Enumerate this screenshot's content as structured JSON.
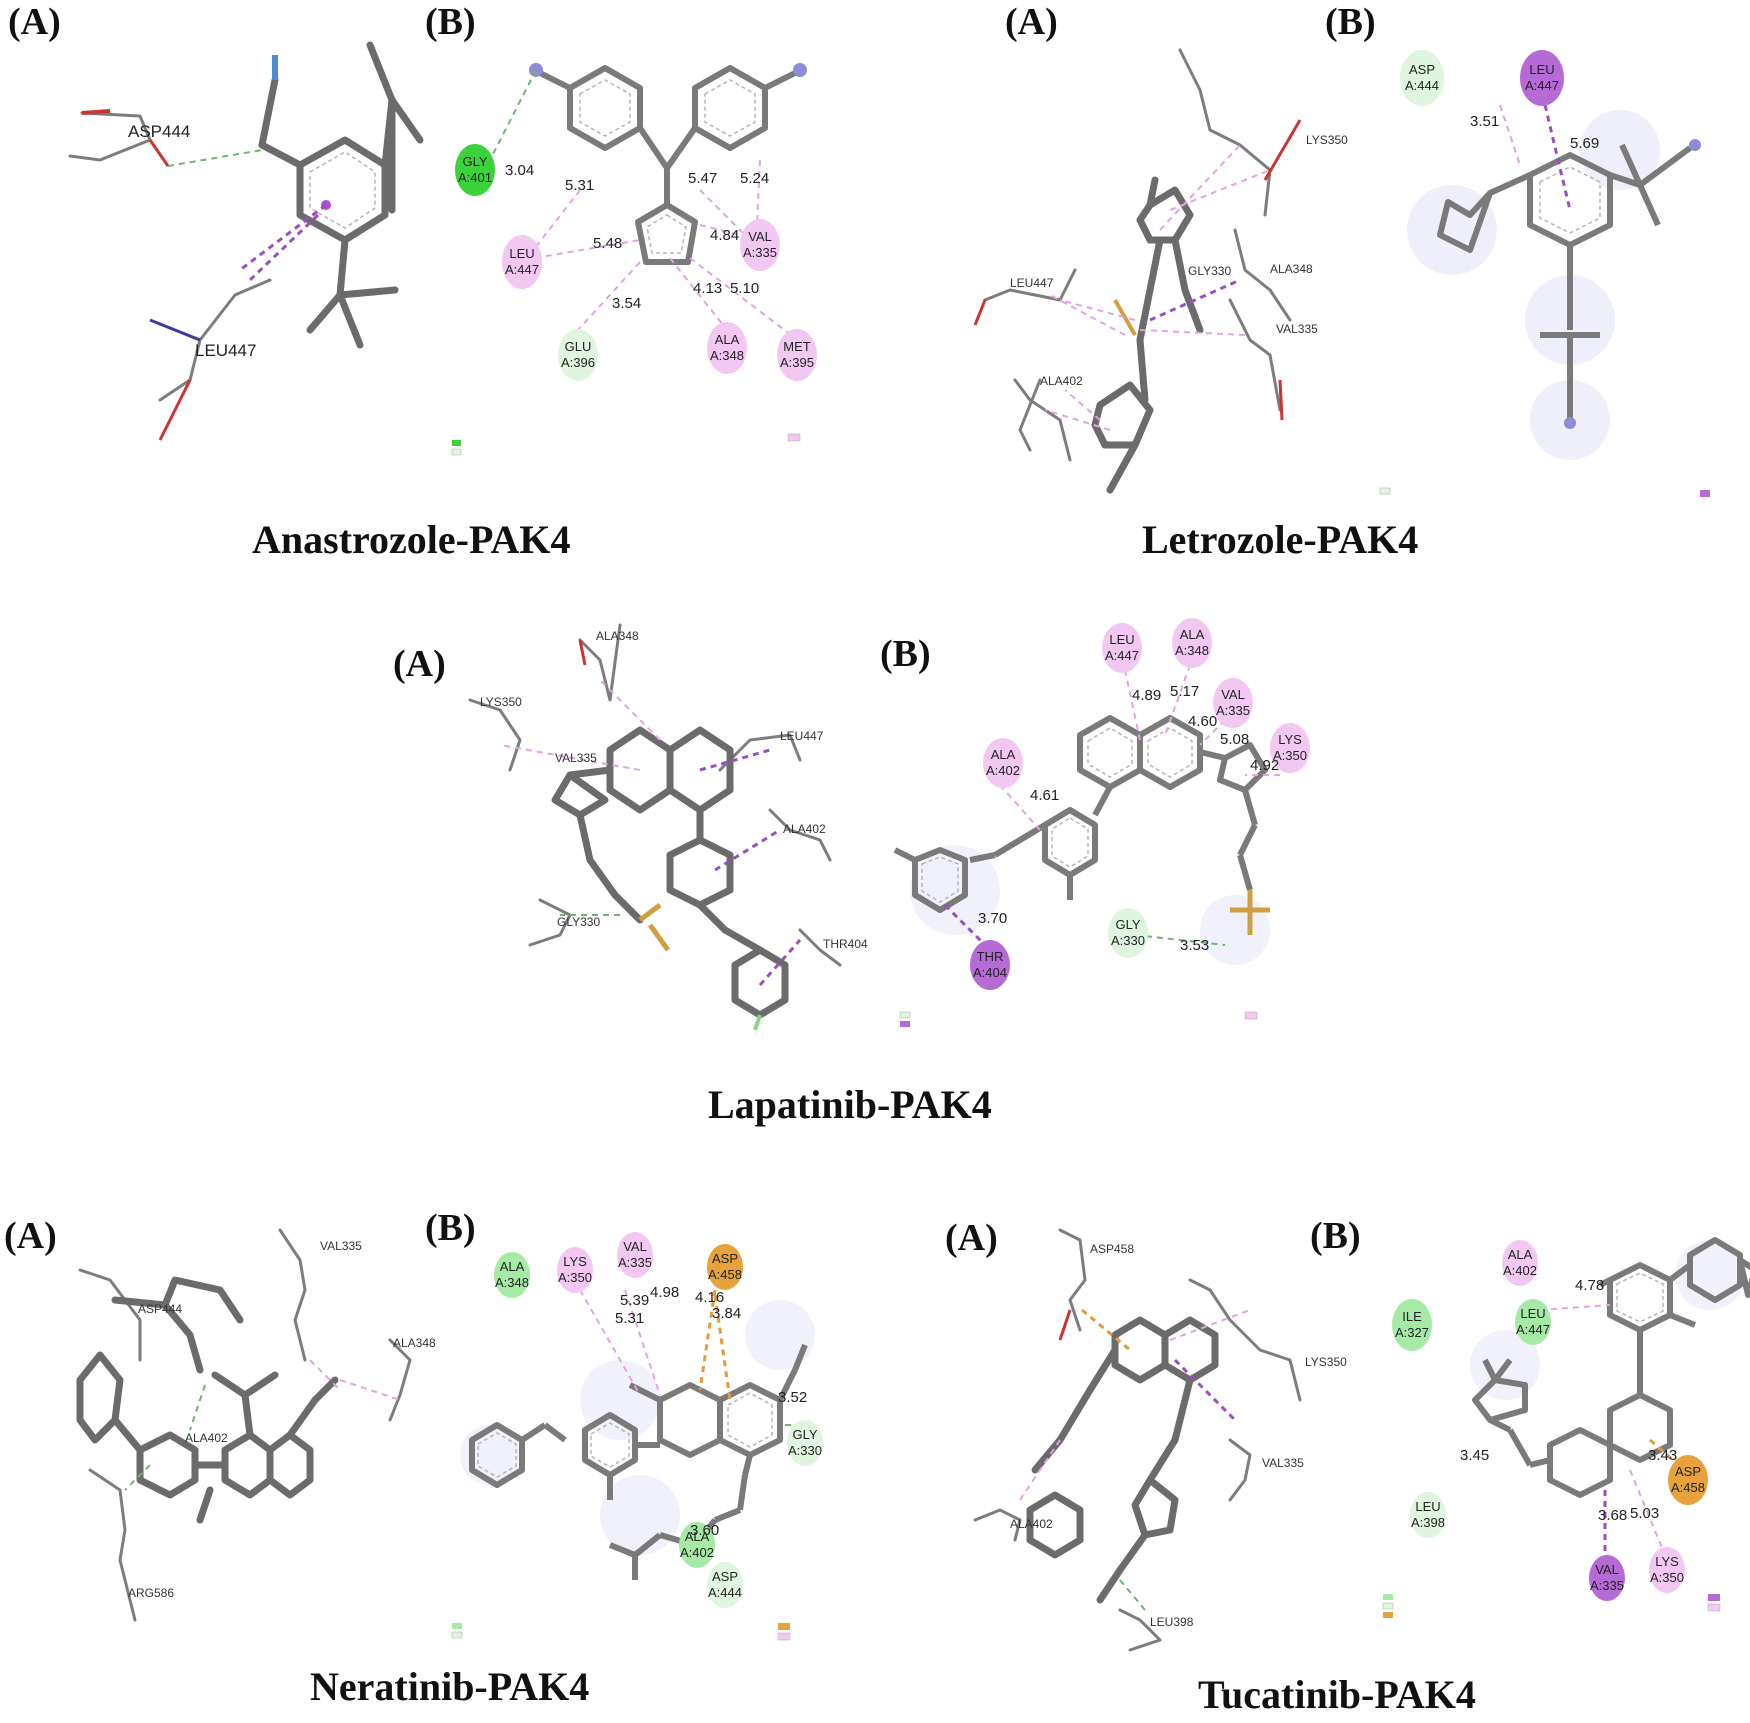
{
  "captions": {
    "anastrozole": "Anastrozole-PAK4",
    "letrozole": "Letrozole-PAK4",
    "lapatinib": "Lapatinib-PAK4",
    "neratinib": "Neratinib-PAK4",
    "tucatinib": "Tucatinib-PAK4"
  },
  "panel_labels": {
    "a": "(A)",
    "b": "(B)"
  },
  "anastrozole": {
    "residues3d": [
      "ASP444",
      "LEU447"
    ],
    "residues2d": [
      {
        "name": "GLY",
        "num": "A:401",
        "kind": "conventional-hbond"
      },
      {
        "name": "LEU",
        "num": "A:447",
        "kind": "pi-alkyl"
      },
      {
        "name": "VAL",
        "num": "A:335",
        "kind": "pi-alkyl"
      },
      {
        "name": "GLU",
        "num": "A:396",
        "kind": "carbon-hbond"
      },
      {
        "name": "ALA",
        "num": "A:348",
        "kind": "pi-alkyl"
      },
      {
        "name": "MET",
        "num": "A:395",
        "kind": "pi-alkyl"
      }
    ],
    "distances": [
      "3.04",
      "5.31",
      "5.47",
      "5.24",
      "5.48",
      "4.84",
      "4.13",
      "5.10",
      "3.54"
    ]
  },
  "letrozole": {
    "residues3d": [
      "LYS350",
      "LEU447",
      "GLY330",
      "ALA348",
      "VAL335",
      "ALA402"
    ],
    "residues2d": [
      {
        "name": "ASP",
        "num": "A:444",
        "kind": "carbon-hbond"
      },
      {
        "name": "LEU",
        "num": "A:447",
        "kind": "pi-sigma"
      }
    ],
    "distances": [
      "3.51",
      "5.69"
    ]
  },
  "lapatinib": {
    "residues3d": [
      "ALA348",
      "LYS350",
      "VAL335",
      "LEU447",
      "ALA402",
      "GLY330",
      "THR404"
    ],
    "residues2d": [
      {
        "name": "LEU",
        "num": "A:447",
        "kind": "pi-alkyl"
      },
      {
        "name": "ALA",
        "num": "A:348",
        "kind": "pi-alkyl"
      },
      {
        "name": "VAL",
        "num": "A:335",
        "kind": "pi-alkyl"
      },
      {
        "name": "LYS",
        "num": "A:350",
        "kind": "pi-alkyl"
      },
      {
        "name": "ALA",
        "num": "A:402",
        "kind": "pi-alkyl"
      },
      {
        "name": "THR",
        "num": "A:404",
        "kind": "pi-sigma"
      },
      {
        "name": "GLY",
        "num": "A:330",
        "kind": "carbon-hbond"
      }
    ],
    "distances": [
      "4.89",
      "5.17",
      "4.60",
      "5.08",
      "4.92",
      "4.61",
      "3.70",
      "3.53"
    ]
  },
  "neratinib": {
    "residues3d": [
      "VAL335",
      "ASP444",
      "ALA348",
      "ALA402",
      "ARG586"
    ],
    "residues2d": [
      {
        "name": "ALA",
        "num": "A:348",
        "kind": "van-der-waals"
      },
      {
        "name": "LYS",
        "num": "A:350",
        "kind": "pi-alkyl"
      },
      {
        "name": "VAL",
        "num": "A:335",
        "kind": "pi-alkyl"
      },
      {
        "name": "ASP",
        "num": "A:458",
        "kind": "pi-anion"
      },
      {
        "name": "GLY",
        "num": "A:330",
        "kind": "carbon-hbond"
      },
      {
        "name": "ALA",
        "num": "A:402",
        "kind": "van-der-waals"
      },
      {
        "name": "ASP",
        "num": "A:444",
        "kind": "carbon-hbond"
      }
    ],
    "distances": [
      "5.39",
      "4.98",
      "4.16",
      "3.84",
      "5.31",
      "3.52",
      "3.60"
    ]
  },
  "tucatinib": {
    "residues3d": [
      "ASP458",
      "LYS350",
      "VAL335",
      "ALA402",
      "LEU398"
    ],
    "residues2d": [
      {
        "name": "ALA",
        "num": "A:402",
        "kind": "pi-alkyl"
      },
      {
        "name": "ILE",
        "num": "A:327",
        "kind": "van-der-waals"
      },
      {
        "name": "LEU",
        "num": "A:447",
        "kind": "van-der-waals"
      },
      {
        "name": "LEU",
        "num": "A:398",
        "kind": "carbon-hbond"
      },
      {
        "name": "ASP",
        "num": "A:458",
        "kind": "pi-anion"
      },
      {
        "name": "VAL",
        "num": "A:335",
        "kind": "pi-sigma"
      },
      {
        "name": "LYS",
        "num": "A:350",
        "kind": "pi-alkyl"
      }
    ],
    "distances": [
      "4.78",
      "3.45",
      "3.43",
      "3.68",
      "5.03"
    ]
  },
  "colors": {
    "conventional-hbond": "#3cd23c",
    "van-der-waals": "#a5eba5",
    "carbon-hbond": "#dff5df",
    "pi-alkyl": "#f2c8f2",
    "pi-sigma": "#b56ad6",
    "pi-anion": "#e8a23c"
  }
}
